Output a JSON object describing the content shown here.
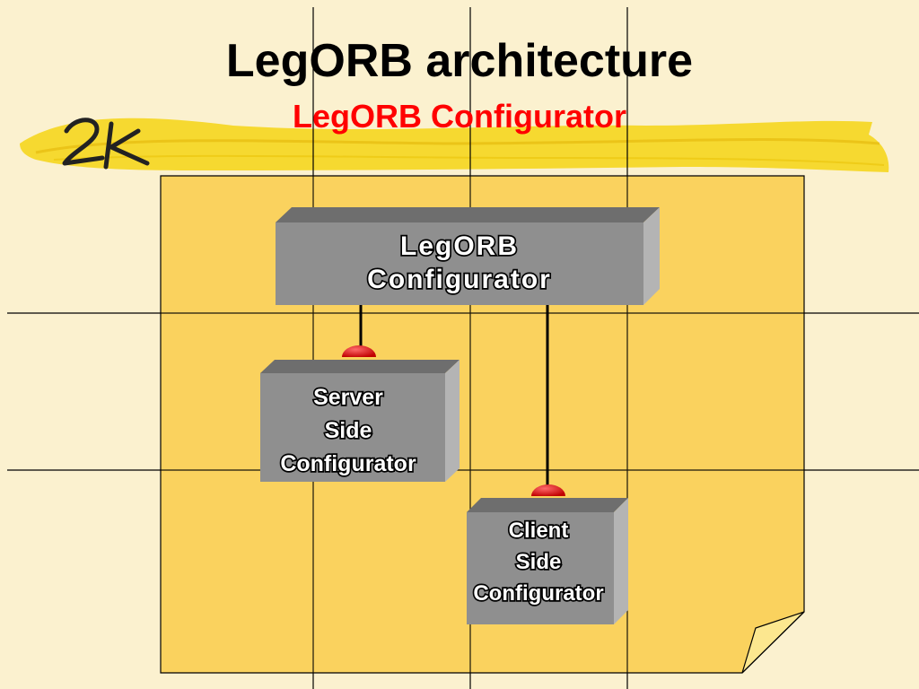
{
  "slide": {
    "title": "LegORB architecture",
    "subtitle": "LegORB Configurator",
    "logo_text": "2K"
  },
  "diagram": {
    "nodes": {
      "configurator": {
        "line1": "LegORB",
        "line2": "Configurator"
      },
      "server": {
        "line1": "Server",
        "line2": "Side",
        "line3": "Configurator"
      },
      "client": {
        "line1": "Client",
        "line2": "Side",
        "line3": "Configurator"
      }
    },
    "edges": [
      {
        "from": "configurator",
        "to": "server"
      },
      {
        "from": "configurator",
        "to": "client"
      }
    ]
  },
  "colors": {
    "background": "#fbf1cf",
    "note": "#fad25e",
    "box_front": "#8f8f8f",
    "box_top": "#6e6e6e",
    "box_side": "#b4b4b4",
    "connector_cap": "#e00000",
    "subtitle": "#ff0000",
    "brush": "#f6d930"
  }
}
